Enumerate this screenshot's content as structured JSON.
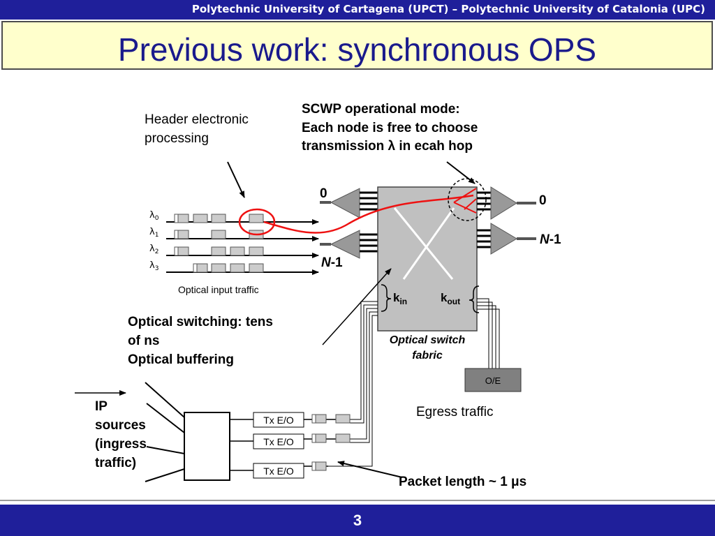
{
  "header": {
    "institutions": "Polytechnic University of Cartagena (UPCT) – Polytechnic University of Catalonia (UPC)"
  },
  "slide": {
    "title": "Previous work: synchronous OPS",
    "page_number": "3"
  },
  "diagram": {
    "header_label_line1": "Header electronic",
    "header_label_line2": "processing",
    "scwp_line1": "SCWP operational mode:",
    "scwp_line2": "Each node is free to choose",
    "scwp_line3": "transmission λ in ecah hop",
    "wavelengths": [
      "λ",
      "λ",
      "λ",
      "λ"
    ],
    "wavelength_subs": [
      "0",
      "1",
      "2",
      "3"
    ],
    "input_traffic_label": "Optical input traffic",
    "in_port_top": "0",
    "in_port_bottom_italic": "N",
    "in_port_bottom_rest": "-1",
    "out_port_top": "0",
    "out_port_bottom_italic": "N",
    "out_port_bottom_rest": "-1",
    "k_in_base": "k",
    "k_in_sub": "in",
    "k_out_base": "k",
    "k_out_sub": "out",
    "switch_label_line1": "Optical switch",
    "switch_label_line2": "fabric",
    "optical_line1": "Optical switching: tens",
    "optical_line2": "of ns",
    "optical_line3": "Optical buffering",
    "oe_label": "O/E",
    "egress_label": "Egress traffic",
    "ip_line1": "IP",
    "ip_line2": "sources",
    "ip_line3": "(ingress",
    "ip_line4": "traffic)",
    "tx_labels": [
      "Tx E/O",
      "Tx E/O",
      "Tx E/O"
    ],
    "packet_length_label": "Packet length ~ 1 μs"
  },
  "colors": {
    "bar_blue": "#1f1f9a",
    "title_bg": "#ffffcc",
    "title_text": "#1a1a8c",
    "highlight_red": "#ee1111"
  }
}
